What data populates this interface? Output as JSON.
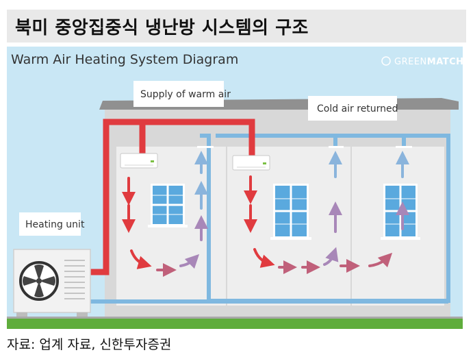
{
  "page": {
    "title": "북미 중앙집중식 냉난방 시스템의 구조",
    "source": "자료: 업계 자료, 신한투자증권"
  },
  "diagram": {
    "heading": "Warm Air Heating System Diagram",
    "brand_light": "GREEN",
    "brand_bold": "MATCH",
    "labels": {
      "supply": "Supply of warm air",
      "cold_return": "Cold air returned",
      "heating_unit": "Heating unit"
    }
  },
  "colors": {
    "sky": "#c9e7f5",
    "roof": "#8c8c8c",
    "wall": "#e6e6e6",
    "warm_duct": "#e03b3f",
    "cold_duct": "#7fb8e0",
    "grass": "#5fad3c",
    "window": "#5aa9de"
  }
}
